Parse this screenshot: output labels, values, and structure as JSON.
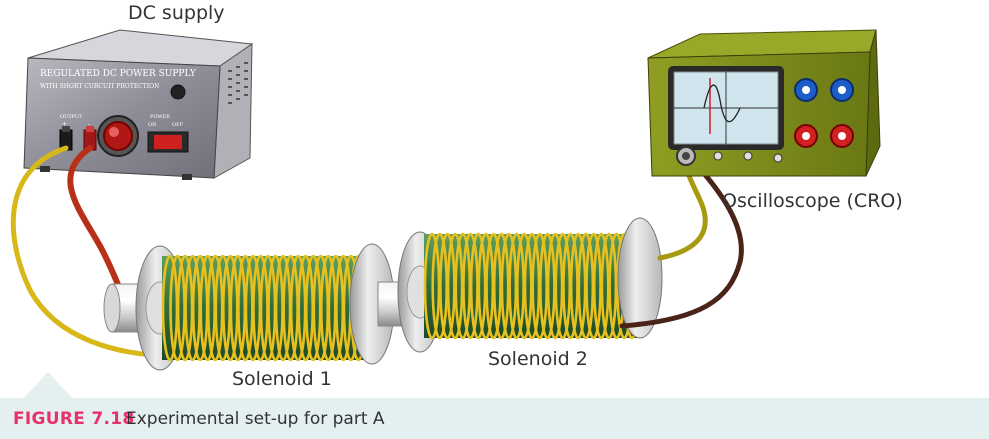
{
  "labels": {
    "dc_supply": "DC supply",
    "oscilloscope": "Oscilloscope (CRO)",
    "solenoid_1": "Solenoid 1",
    "solenoid_2": "Solenoid 2"
  },
  "power_supply": {
    "title": "REGULATED DC POWER SUPPLY",
    "subtitle": "WITH SHORT CURCUIT PROTECTION",
    "output_label": "OUTPUT",
    "plus_sign": "+",
    "minus_sign": "-",
    "power_label": "POWER",
    "on_label": "ON",
    "off_label": "OFF"
  },
  "caption": {
    "number": "FIGURE 7.18",
    "text": "Experimental set-up for part A"
  },
  "colors": {
    "caption_number": "#e8306c",
    "caption_background": "#e4f0f0",
    "coil_wire": "#e8c020",
    "oscilloscope_body": "#7a8a1a",
    "red_lead": "#b83018",
    "brown_lead": "#4a2418"
  }
}
